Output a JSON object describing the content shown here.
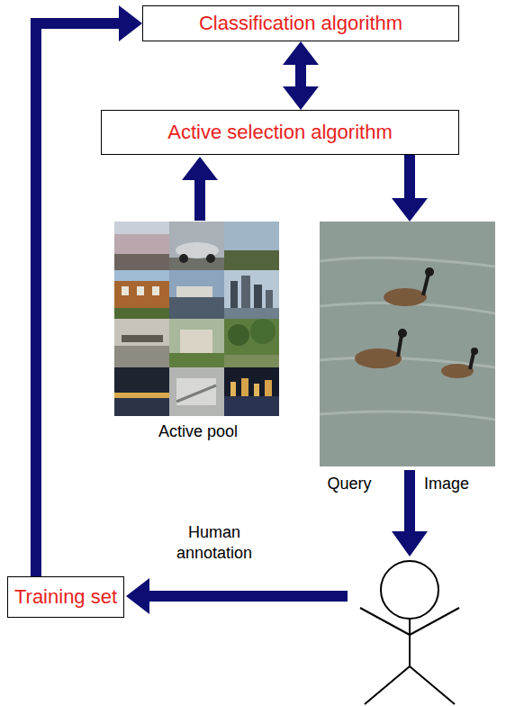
{
  "diagram": {
    "nodes": [
      {
        "text": [
          "Classification algorithm"
        ]
      },
      {
        "text": [
          "Active selection algorithm"
        ]
      },
      {
        "text": [
          "Training set"
        ]
      }
    ],
    "edges": [
      {
        "from": 2,
        "to": 0,
        "arrow": "to"
      },
      {
        "from": 0,
        "to": 1,
        "arrow": "both"
      }
    ],
    "labels": [
      "Active pool",
      "Query",
      "Image",
      "Human annotation"
    ]
  }
}
